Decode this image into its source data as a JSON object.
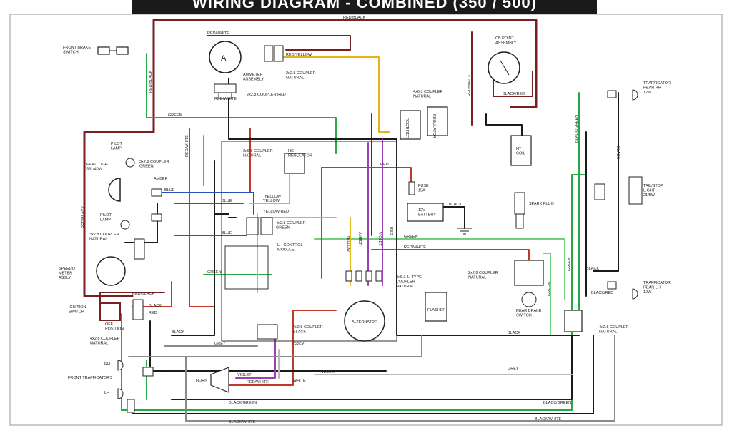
{
  "title": "WIRING DIAGRAM - COMBINED (350 / 500)",
  "colors": {
    "black": "#1a1a1a",
    "red": "#c0392b",
    "darkred": "#7a1f1f",
    "green": "#27a844",
    "lightgreen": "#6fcf7f",
    "yellow": "#e2b714",
    "blue": "#2a4fbf",
    "violet": "#9b3fb5",
    "grey": "#8a8a8a",
    "brown": "#6b3a1f",
    "white": "#bbbbbb"
  },
  "wire_labels": {
    "red_black_top": "RED/BLACK",
    "red_white_top": "RED/WHITE",
    "red_yellow": "RED/YELLOW",
    "red_black_left": "RED/BLACK",
    "red_white_right": "RED/WHITE",
    "black_red_right": "BLACK/RED",
    "green_top": "GREEN",
    "red_white_mid": "RED/WHITE",
    "red_white_ammeter": "RED/WHITE",
    "red_black_vert": "RED/BLACK",
    "amber": "AMBER",
    "blue_1": "BLUE",
    "blue_2": "BLUE",
    "blue_3": "BLUE",
    "yellow_1": "YELLOW",
    "yellow_red": "YELLOW/RED",
    "red_mid": "RED",
    "black_mid": "BLACK",
    "yellow_v": "YELLOW",
    "violet_v": "VIOLET",
    "amber_v": "AMBER",
    "red_v": "RED",
    "green_right": "GREEN",
    "red_white_long": "RED/WHITE",
    "black_green_v": "BLACK/GREEN",
    "black_v": "BLACK",
    "green_v2": "GREEN",
    "black_bottom": "BLACK",
    "grey_1": "GREY",
    "grey_2": "GREY",
    "grey_3": "GREY",
    "white_1": "WHITE",
    "white_2": "WHITE",
    "violet_h": "VIOLET",
    "red_white_low": "RED/WHITE",
    "black_green_bottom": "BLACK/GREEN",
    "black_green_bottom2": "BLACK/GREEN",
    "black_white_bottom": "BLACK/WHITE",
    "black_white_bottom2": "BLACK/WHITE",
    "red_black_ign": "RED/BLACK",
    "red_ign": "RED",
    "black_ign": "BLACK",
    "black_fr": "BLACK",
    "green_ign": "GREEN",
    "yellow_ign": "YELLOW",
    "green_3": "GREEN",
    "black_3": "BLACK",
    "black_red_4": "BLACK/RED",
    "black_low": "BLACK"
  },
  "components": {
    "front_brake_switch": "FRONT BRAKE\nSWITCH",
    "ammeter": "AMMETER\nASSEMBLY",
    "coupler_2x2_8_natural": "2x2.8 COUPLER\nNATURAL",
    "coupler_2x2_8_red": "2x2.8 COUPLER RED",
    "cb_point": "CB POINT\nASSEMBLY",
    "coupler_4x6_3": "4x6.3 COUPLER\nNATURAL",
    "rectifier": "RECTIFIER",
    "regulator_box": "REGULATOR",
    "coupler_2x6_5": "2x6.5 COUPLER\nNATURAL",
    "hc_regulator": "HC\nREGULATOR",
    "ht_coil": "HT\nCOIL",
    "pilot_lamp": "PILOT\nLAMP",
    "head_light": "HEAD LIGHT\n35L/40W",
    "coupler_3x2_8_green": "3x2.8 COUPLER\nGREEN",
    "fuse": "FUSE\n15A",
    "battery": "12V\nBATTERY",
    "spark_plug": "SPARK PLUG",
    "pilot_lamp2": "PILOT\nLAMP",
    "coupler_3x2_8_natural": "3x2.8 COUPLER\nNATURAL",
    "coupler_4x2_8_green": "4x2.8 COUPLER\nGREEN",
    "trafficator_rear_rh": "TRAFFICATOR\nREAR RH\n12W",
    "tail_stop": "TAIL/STOP\nLIGHT\n21/5W",
    "speedometer": "SPEEDO\nMETER\nASSLY",
    "lh_control": "LH CONTROL\nMODULE",
    "coupler_3x6_3_l": "3x6.3 'L' TYPE\nCOUPLER\nNATURAL",
    "coupler_2x2_8_nat2": "2x2.8 COUPLER\nNATURAL",
    "ignition_switch": "IGNITION\nSWITCH",
    "off_position": "OFF\nPOSITION",
    "coupler_4x2_8_natural": "4x2.8 COUPLER\nNATURAL",
    "coupler_4x2_8_black": "4x2.8 COUPLER\nBLACK",
    "alternator": "ALTERNATOR",
    "flasher": "FLASHER",
    "rear_brake": "REAR BRAKE\nSWITCH",
    "coupler_4x2_8_nat3": "4x2.8 COUPLER\nNATURAL",
    "trafficator_rear_lh": "TRAFFICATOR\nREAR LH\n12W",
    "front_trafficators": "FRONT TRAFFICATORS",
    "rh": "RH",
    "lh": "LH",
    "horn": "HORN"
  }
}
